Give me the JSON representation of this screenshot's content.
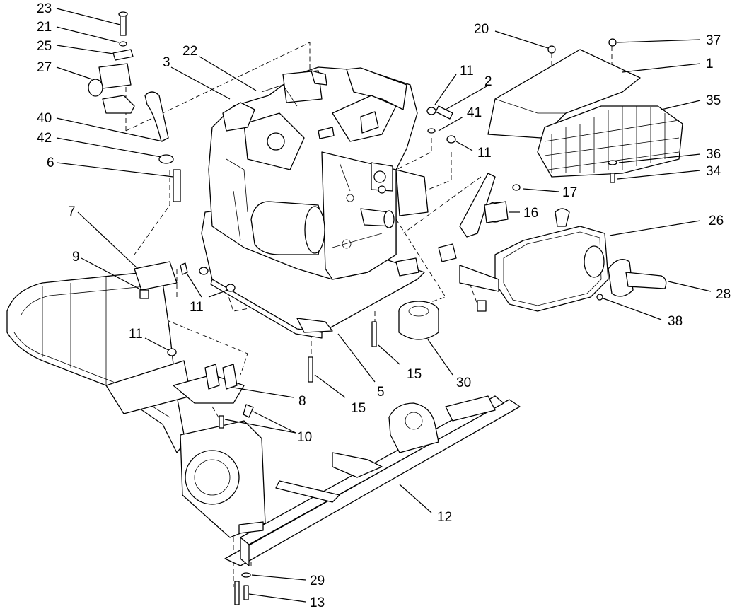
{
  "callouts": [
    {
      "id": "c23",
      "text": "23"
    },
    {
      "id": "c21",
      "text": "21"
    },
    {
      "id": "c25",
      "text": "25"
    },
    {
      "id": "c27",
      "text": "27"
    },
    {
      "id": "c40",
      "text": "40"
    },
    {
      "id": "c42",
      "text": "42"
    },
    {
      "id": "c6",
      "text": "6"
    },
    {
      "id": "c7",
      "text": "7"
    },
    {
      "id": "c9",
      "text": "9"
    },
    {
      "id": "c11a",
      "text": "11"
    },
    {
      "id": "c11b",
      "text": "11"
    },
    {
      "id": "c8",
      "text": "8"
    },
    {
      "id": "c10",
      "text": "10"
    },
    {
      "id": "c22",
      "text": "22"
    },
    {
      "id": "c3",
      "text": "3"
    },
    {
      "id": "c11c",
      "text": "11"
    },
    {
      "id": "c2",
      "text": "2"
    },
    {
      "id": "c41",
      "text": "41"
    },
    {
      "id": "c11d",
      "text": "11"
    },
    {
      "id": "c20",
      "text": "20"
    },
    {
      "id": "c37",
      "text": "37"
    },
    {
      "id": "c1",
      "text": "1"
    },
    {
      "id": "c35",
      "text": "35"
    },
    {
      "id": "c36",
      "text": "36"
    },
    {
      "id": "c34",
      "text": "34"
    },
    {
      "id": "c17",
      "text": "17"
    },
    {
      "id": "c16",
      "text": "16"
    },
    {
      "id": "c26",
      "text": "26"
    },
    {
      "id": "c28",
      "text": "28"
    },
    {
      "id": "c38",
      "text": "38"
    },
    {
      "id": "c15a",
      "text": "15"
    },
    {
      "id": "c15b",
      "text": "15"
    },
    {
      "id": "c5",
      "text": "5"
    },
    {
      "id": "c30",
      "text": "30"
    },
    {
      "id": "c12",
      "text": "12"
    },
    {
      "id": "c29",
      "text": "29"
    },
    {
      "id": "c13",
      "text": "13"
    }
  ]
}
